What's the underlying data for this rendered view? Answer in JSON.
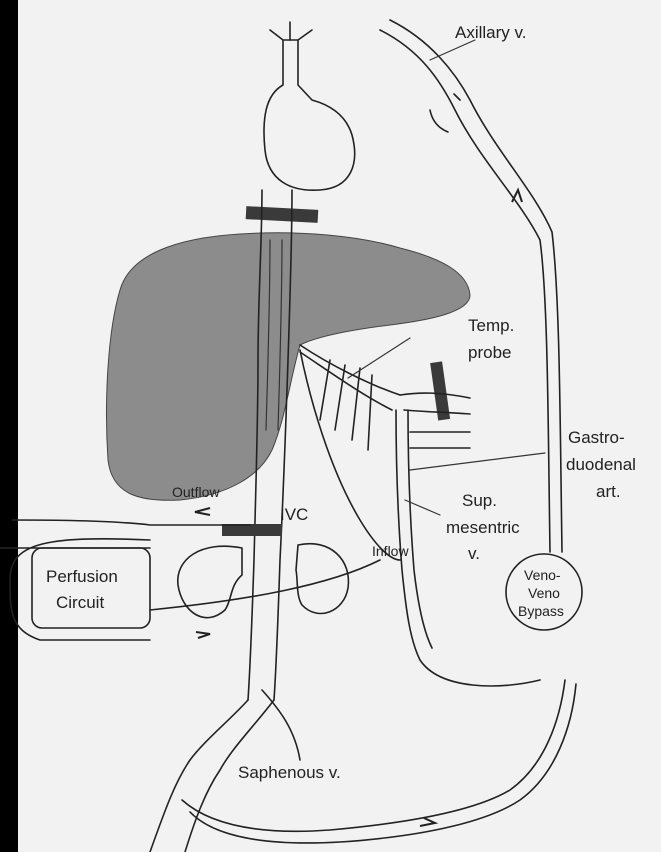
{
  "labels": {
    "axillary": "Axillary v.",
    "temp_probe_1": "Temp.",
    "temp_probe_2": "probe",
    "gastro_1": "Gastro-",
    "gastro_2": "duodenal",
    "gastro_3": "art.",
    "outflow": "Outflow",
    "ivc": "IVC",
    "sup_1": "Sup.",
    "sup_2": "mesentric",
    "sup_3": "v.",
    "perfusion_1": "Perfusion",
    "perfusion_2": "Circuit",
    "inflow": "Inflow",
    "bypass_1": "Veno-",
    "bypass_2": "Veno",
    "bypass_3": "Bypass",
    "saphenous": "Saphenous v."
  },
  "colors": {
    "background": "#000000",
    "paper": "#f2f2f2",
    "liver": "#8c8c8c",
    "ink": "#222222",
    "clamp": "#3a3a3a"
  }
}
